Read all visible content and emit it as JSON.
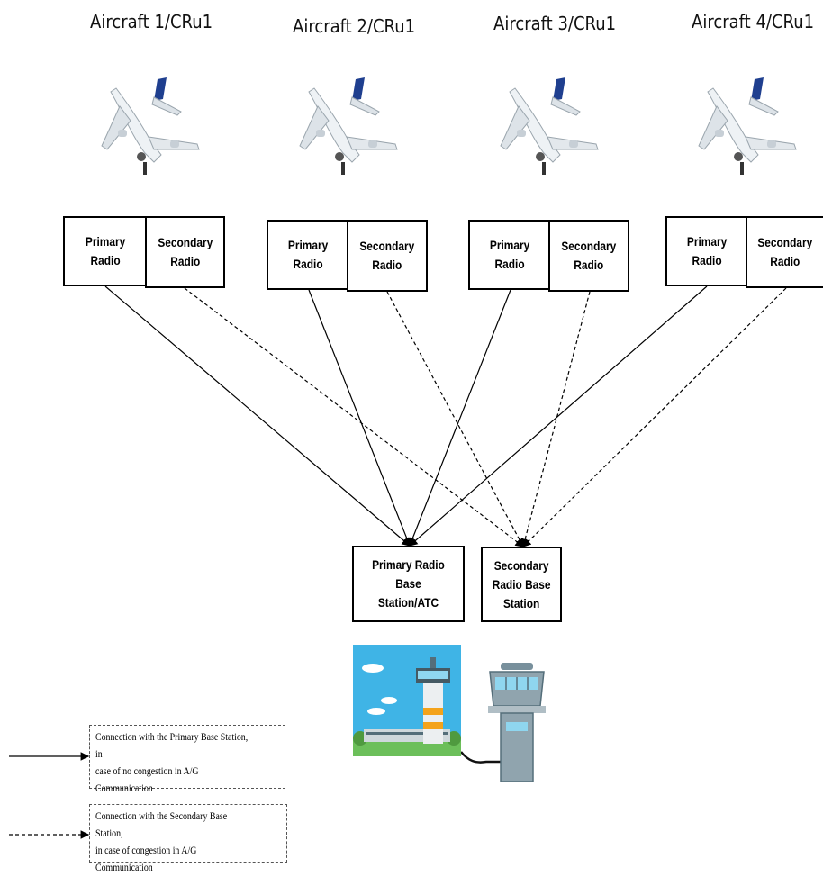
{
  "aircraft": [
    {
      "title": "Aircraft 1/CRu1",
      "primary": "Primary\nRadio",
      "secondary": "Secondary\nRadio"
    },
    {
      "title": "Aircraft 2/CRu1",
      "primary": "Primary\nRadio",
      "secondary": "Secondary\nRadio"
    },
    {
      "title": "Aircraft 3/CRu1",
      "primary": "Primary\nRadio",
      "secondary": "Secondary\nRadio"
    },
    {
      "title": "Aircraft 4/CRu1",
      "primary": "Primary\nRadio",
      "secondary": "Secondary\nRadio"
    }
  ],
  "stations": {
    "primary": "Primary Radio\nBase\nStation/ATC",
    "secondary": "Secondary\nRadio Base\nStation"
  },
  "legend": {
    "solid": "Connection with the Primary  Base Station, in\ncase of no congestion in A/G Communication",
    "dashed": "Connection with the Secondary Base Station,\nin case of congestion in A/G Communication"
  },
  "colors": {
    "sky": "#3fb4e6",
    "tower_roof": "#78909c",
    "tower_glass": "#8fd6ef",
    "plane_body": "#eef2f5",
    "plane_tail": "#1f3f8f"
  },
  "icons": [
    "airplane-icon",
    "airport-scene-icon",
    "control-tower-icon"
  ]
}
